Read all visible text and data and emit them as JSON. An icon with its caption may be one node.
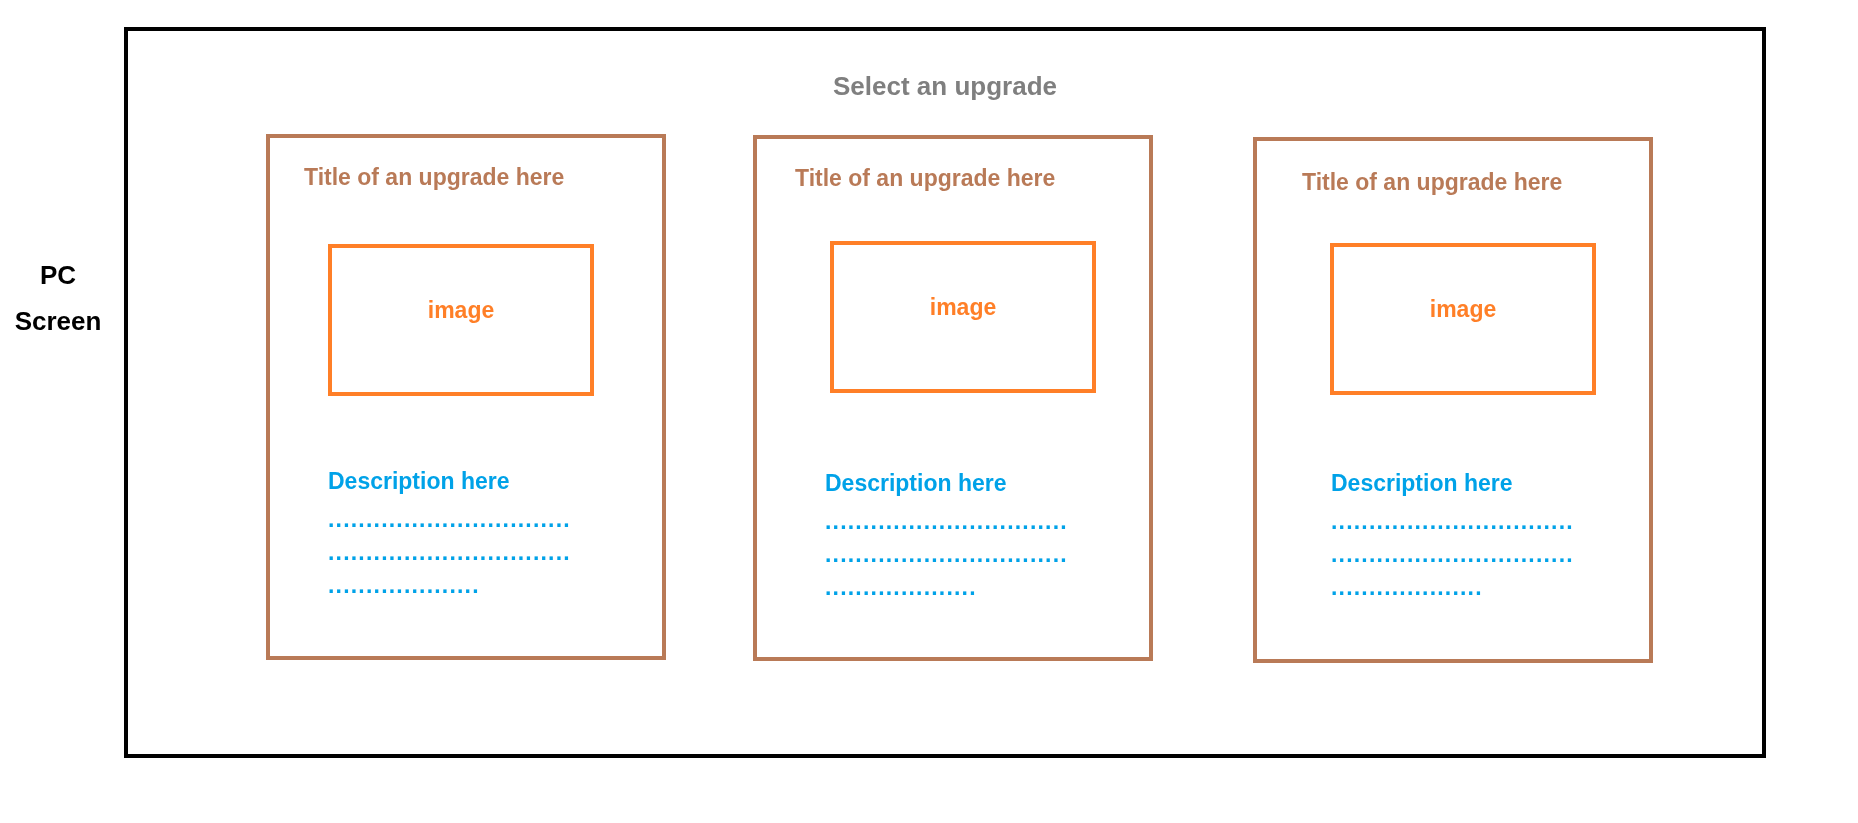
{
  "diagram": {
    "nodes": [
      {
        "text": [
          "Select an upgrade"
        ],
        "beside": [
          "PC Screen"
        ]
      },
      {
        "text": [
          "Title of an upgrade here",
          "Description here",
          "................................",
          "................................",
          "...................."
        ],
        "in": 0
      },
      {
        "text": [
          "image"
        ],
        "in": 1
      },
      {
        "text": [
          "Title of an upgrade here",
          "Description here",
          "................................",
          "................................",
          "...................."
        ],
        "in": 0
      },
      {
        "text": [
          "image"
        ],
        "in": 3
      },
      {
        "text": [
          "Title of an upgrade here",
          "Description here",
          "................................",
          "................................",
          "...................."
        ],
        "in": 0
      },
      {
        "text": [
          "image"
        ],
        "in": 5
      }
    ],
    "edges": []
  }
}
